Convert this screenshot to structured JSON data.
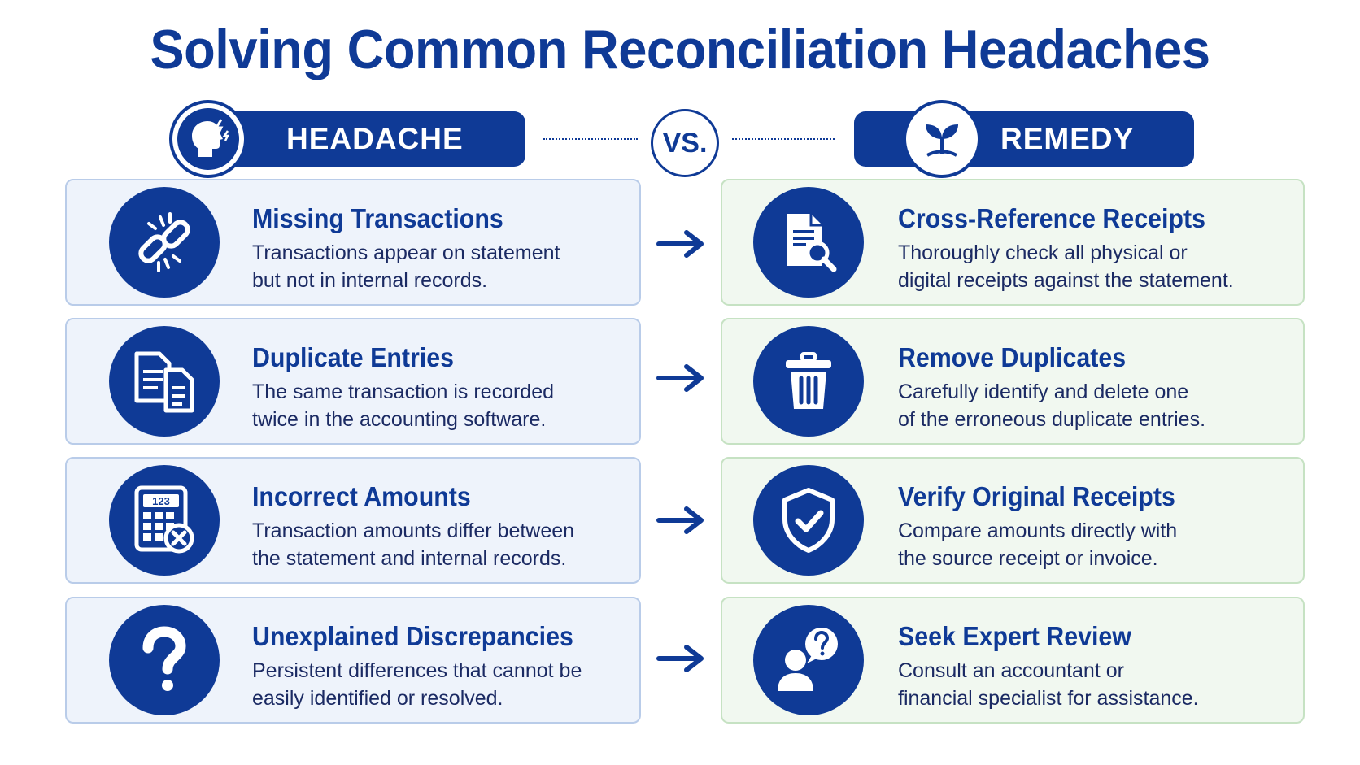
{
  "title": "Solving Common Reconciliation Headaches",
  "header": {
    "left_label": "HEADACHE",
    "vs_label": "VS.",
    "right_label": "REMEDY"
  },
  "rows": [
    {
      "headache": {
        "title": "Missing Transactions",
        "line1": "Transactions appear on statement",
        "line2": "but not in internal records.",
        "icon": "broken-link-icon"
      },
      "remedy": {
        "title": "Cross-Reference Receipts",
        "line1": "Thoroughly check all physical or",
        "line2": "digital receipts against the statement.",
        "icon": "document-search-icon"
      }
    },
    {
      "headache": {
        "title": "Duplicate Entries",
        "line1": "The same transaction is recorded",
        "line2": "twice in the accounting software.",
        "icon": "duplicate-documents-icon"
      },
      "remedy": {
        "title": "Remove Duplicates",
        "line1": "Carefully identify and delete one",
        "line2": "of the erroneous duplicate entries.",
        "icon": "trash-icon"
      }
    },
    {
      "headache": {
        "title": "Incorrect Amounts",
        "line1": "Transaction amounts differ between",
        "line2": "the statement and internal records.",
        "icon": "calculator-error-icon",
        "icon_text": "123"
      },
      "remedy": {
        "title": "Verify Original Receipts",
        "line1": "Compare amounts directly with",
        "line2": "the source receipt or invoice.",
        "icon": "shield-check-icon"
      }
    },
    {
      "headache": {
        "title": "Unexplained Discrepancies",
        "line1": "Persistent differences that cannot be",
        "line2": "easily identified or resolved.",
        "icon": "question-mark-icon"
      },
      "remedy": {
        "title": "Seek Expert Review",
        "line1": "Consult an accountant or",
        "line2": "financial specialist for assistance.",
        "icon": "expert-question-icon"
      }
    }
  ],
  "colors": {
    "primary": "#0f3a96",
    "headache_bg": "#eef3fb",
    "remedy_bg": "#f1f8f0"
  }
}
